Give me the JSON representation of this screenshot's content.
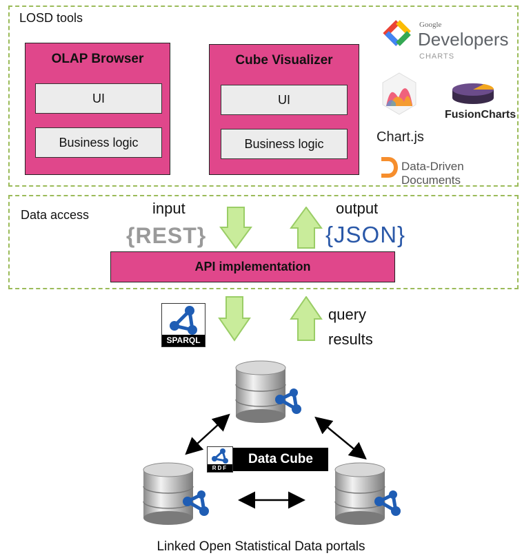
{
  "losd_tools": {
    "label": "LOSD tools",
    "olap_browser": {
      "title": "OLAP Browser",
      "ui": "UI",
      "logic": "Business logic"
    },
    "cube_visualizer": {
      "title": "Cube Visualizer",
      "ui": "UI",
      "logic": "Business logic"
    },
    "logos": {
      "google_small": "Google",
      "google_developers": "Developers",
      "google_charts": "CHARTS",
      "chartjs": "Chart.js",
      "fusioncharts": "FusionCharts",
      "d3": "Data-Driven Documents"
    }
  },
  "data_access": {
    "label": "Data access",
    "input": "input",
    "output": "output",
    "rest_logo": "{REST}",
    "json_logo": "{JSON}",
    "api": "API implementation"
  },
  "lower_flow": {
    "sparql": "SPARQL",
    "query_results_1": "query",
    "query_results_2": "results"
  },
  "portals": {
    "rdf": "RDF",
    "data_cube": "Data Cube",
    "caption": "Linked Open Statistical Data portals"
  },
  "colors": {
    "pink": "#e0478b",
    "dash_green": "#9bbb59",
    "arrow_green": "#c9ec9b",
    "arrow_outline": "#9acd66",
    "sparql_blue": "#1f5db4"
  }
}
